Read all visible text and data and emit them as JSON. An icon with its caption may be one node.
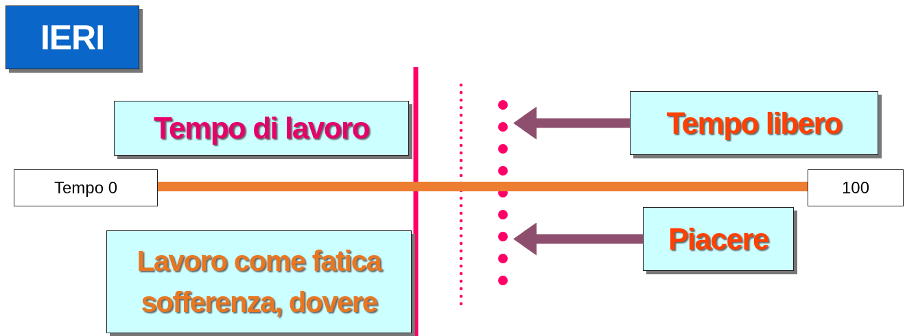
{
  "diagram": {
    "nodes": [
      {
        "text": [
          "IERI"
        ]
      },
      {
        "text": [
          "Tempo di lavoro"
        ]
      },
      {
        "text": [
          "Tempo libero"
        ]
      },
      {
        "text": [
          "Tempo 0"
        ]
      },
      {
        "text": [
          "100"
        ]
      },
      {
        "text": [
          "Piacere"
        ]
      },
      {
        "text": [
          "Lavoro come fatica sofferenza, dovere"
        ]
      }
    ],
    "edges": [
      {
        "from": 2,
        "to": null,
        "arrow": "to"
      },
      {
        "from": 3,
        "to": 4,
        "arrow": "none",
        "color": "#ed7d31"
      },
      {
        "from": 5,
        "to": null,
        "arrow": "to"
      }
    ]
  }
}
